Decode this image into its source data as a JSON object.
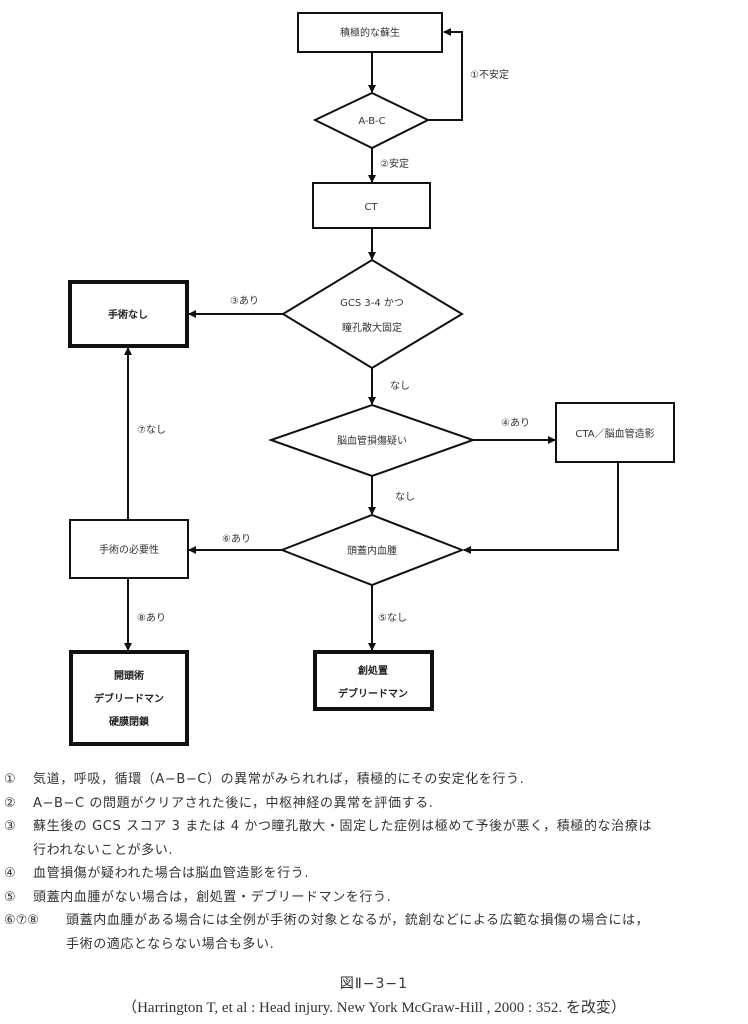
{
  "flowchart": {
    "nodes": {
      "resuscitation": {
        "label": "積極的な蘇生"
      },
      "abc": {
        "label": "A-B-C"
      },
      "ct": {
        "label": "CT"
      },
      "gcs": {
        "lines": [
          "GCS 3-4 かつ",
          "瞳孔散大固定"
        ]
      },
      "no_surgery": {
        "label": "手術なし"
      },
      "vascular": {
        "label": "脳血管損傷疑い"
      },
      "cta": {
        "label": "CTA／脳血管造影"
      },
      "hematoma": {
        "label": "頭蓋内血腫"
      },
      "surgery_need": {
        "label": "手術の必要性"
      },
      "craniotomy": {
        "lines": [
          "開頭術",
          "デブリードマン",
          "硬膜閉鎖"
        ]
      },
      "wound_care": {
        "lines": [
          "創処置",
          "デブリードマン"
        ]
      }
    },
    "edges": {
      "unstable": "①不安定",
      "stable": "②安定",
      "gcs_yes": "③あり",
      "gcs_no": "なし",
      "vascular_yes": "④あり",
      "vascular_no": "なし",
      "hematoma_yes": "⑥あり",
      "hematoma_no": "⑤なし",
      "surgery_no": "⑦なし",
      "surgery_yes": "⑧あり"
    }
  },
  "notes": [
    {
      "num": "①",
      "lines": [
        "気道，呼吸，循環（A−B−C）の異常がみられれば，積極的にその安定化を行う."
      ]
    },
    {
      "num": "②",
      "lines": [
        "A−B−C の問題がクリアされた後に，中枢神経の異常を評価する."
      ]
    },
    {
      "num": "③",
      "lines": [
        "蘇生後の GCS スコア 3 または 4 かつ瞳孔散大・固定した症例は極めて予後が悪く，積極的な治療は",
        "行われないことが多い."
      ]
    },
    {
      "num": "④",
      "lines": [
        "血管損傷が疑われた場合は脳血管造影を行う."
      ]
    },
    {
      "num": "⑤",
      "lines": [
        "頭蓋内血腫がない場合は，創処置・デブリードマンを行う."
      ]
    },
    {
      "num": "⑥⑦⑧",
      "lines": [
        "頭蓋内血腫がある場合には全例が手術の対象となるが，銃創などによる広範な損傷の場合には，",
        "手術の適応とならない場合も多い."
      ]
    }
  ],
  "caption": {
    "figure_number": "図Ⅱ−3−1",
    "citation": "（Harrington T, et al :  Head  injury. New York  McGraw-Hill , 2000 : 352. を改変）"
  }
}
